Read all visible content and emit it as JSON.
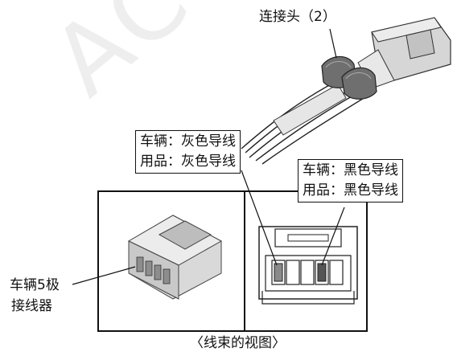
{
  "labels": {
    "connector": "连接头（2）",
    "vehicle_gray_line1": "车辆：灰色导线",
    "vehicle_gray_line2": "用品：灰色导线",
    "vehicle_black_line1": "车辆：黑色导线",
    "vehicle_black_line2": "用品：黑色导线",
    "vehicle_5pin_line1": "车辆5极",
    "vehicle_5pin_line2": "接线器",
    "harness_view": "〈线束的视图〉"
  },
  "watermark": "ACC",
  "colors": {
    "stroke": "#111111",
    "connector_body": "#d6d6d6",
    "connector_shadow": "#a9a9a9",
    "clip_dark": "#6f6f6f",
    "watermark": "#eeeeee"
  }
}
